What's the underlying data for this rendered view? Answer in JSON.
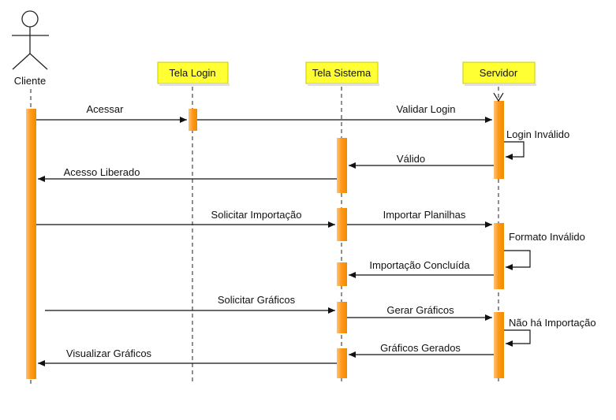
{
  "participants": {
    "cliente": "Cliente",
    "tela_login": "Tela Login",
    "tela_sistema": "Tela Sistema",
    "servidor": "Servidor"
  },
  "messages": {
    "acessar": "Acessar",
    "validar_login": "Validar Login",
    "login_invalido": "Login Inválido",
    "valido": "Válido",
    "acesso_liberado": "Acesso Liberado",
    "solicitar_importacao": "Solicitar Importação",
    "importar_planilhas": "Importar Planilhas",
    "formato_invalido": "Formato Inválido",
    "importacao_concluida": "Importação Concluída",
    "solicitar_graficos": "Solicitar Gráficos",
    "gerar_graficos": "Gerar Gráficos",
    "nao_ha_importacao": "Não há Importação",
    "graficos_gerados": "Gráficos Gerados",
    "visualizar_graficos": "Visualizar Gráficos"
  },
  "colors": {
    "header_fill": "#ffff33",
    "activation": "#ff9a1a"
  }
}
